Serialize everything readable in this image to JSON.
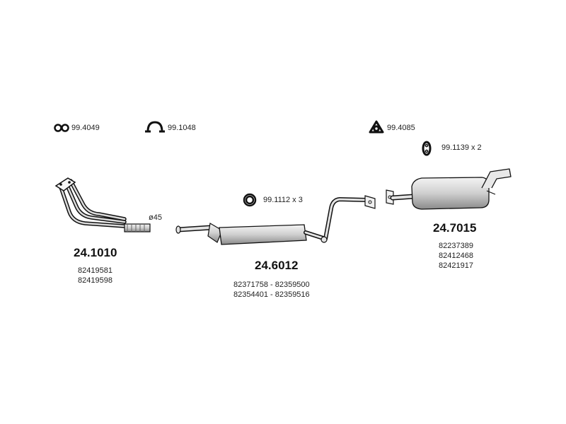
{
  "accessories": [
    {
      "code": "99.4049",
      "icon": "clamp-double-ring-icon"
    },
    {
      "code": "99.1048",
      "icon": "u-clamp-icon"
    },
    {
      "code": "99.4085",
      "icon": "triangle-flange-gasket-icon"
    },
    {
      "code": "99.1139 x 2",
      "icon": "rubber-hanger-icon"
    },
    {
      "code": "99.1112 x 3",
      "icon": "rubber-ring-icon"
    }
  ],
  "dimension": "ø45",
  "parts": [
    {
      "number": "24.1010",
      "oem": [
        "82419581",
        "82419598"
      ],
      "icon": "front-manifold-pipe-icon"
    },
    {
      "number": "24.6012",
      "oem": [
        "82371758 - 82359500",
        "82354401 - 82359516"
      ],
      "icon": "middle-silencer-icon"
    },
    {
      "number": "24.7015",
      "oem": [
        "82237389",
        "82412468",
        "82421917"
      ],
      "icon": "rear-silencer-icon"
    }
  ]
}
